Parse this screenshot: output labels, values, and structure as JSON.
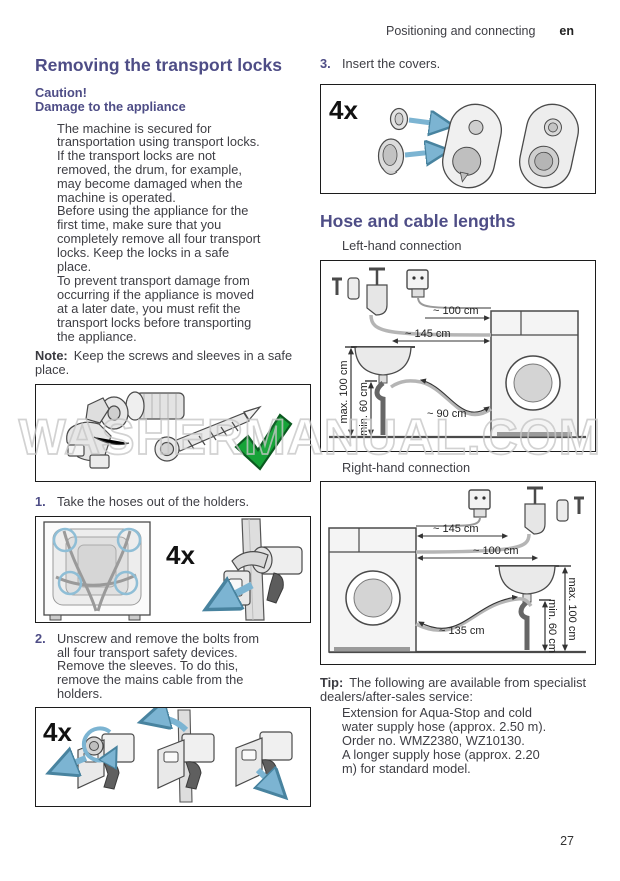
{
  "header": {
    "breadcrumb": "Positioning and connecting",
    "lang_code": "en"
  },
  "page_number": "27",
  "watermark": "WASHERMANUAL.COM",
  "colors": {
    "accent_purple": "#4e4d86",
    "body_text": "#3e3e44",
    "arrow_blue": "#7cb4d2",
    "check_green": "#16a338",
    "watermark_gray": "#c7c7c7"
  },
  "removing_section": {
    "title": "Removing the transport locks",
    "caution_title": "Caution!",
    "caution_subtitle": "Damage to the appliance",
    "bullet1": "The machine is secured for\ntransportation using transport locks.\nIf the transport locks are not\nremoved, the drum, for example,\nmay become damaged when the\nmachine is operated.\nBefore using the appliance for the\nfirst time, make sure that you\ncompletely remove all four transport\nlocks. Keep the locks in a safe\nplace.",
    "bullet2": "To prevent transport damage from\noccurring if the appliance is moved\nat a later date, you must refit the\ntransport locks before transporting\nthe appliance.",
    "note_label": "Note:",
    "note_text": "Keep the screws and sleeves in a safe place.",
    "step1_num": "1.",
    "step1_text": "Take the hoses out of the holders.",
    "step2_num": "2.",
    "step2_text": "Unscrew and remove the bolts from\nall four transport safety devices.\nRemove the sleeves. To do this,\nremove the mains cable from the\nholders.",
    "step3_num": "3.",
    "step3_text": "Insert the covers.",
    "qty_label": "4x"
  },
  "hose_section": {
    "title": "Hose and cable lengths",
    "left_connection_label": "Left-hand connection",
    "right_connection_label": "Right-hand connection",
    "left_diagram": {
      "cable_length": "~ 100 cm",
      "supply_length": "~ 145 cm",
      "drain_length": "~ 90 cm",
      "max_height": "max. 100 cm",
      "min_height": "min. 60 cm"
    },
    "right_diagram": {
      "supply_length": "~ 145 cm",
      "cable_length": "~ 100 cm",
      "drain_length": "~ 135 cm",
      "max_height": "max. 100 cm",
      "min_height": "min. 60 cm"
    },
    "tip_label": "Tip:",
    "tip_text": "The following are available from specialist dealers/after-sales service:",
    "tip_bullet1": "Extension for Aqua-Stop and cold\nwater supply hose (approx. 2.50 m).\nOrder no. WMZ2380, WZ10130.",
    "tip_bullet2": "A longer supply hose (approx. 2.20\nm) for standard model."
  }
}
